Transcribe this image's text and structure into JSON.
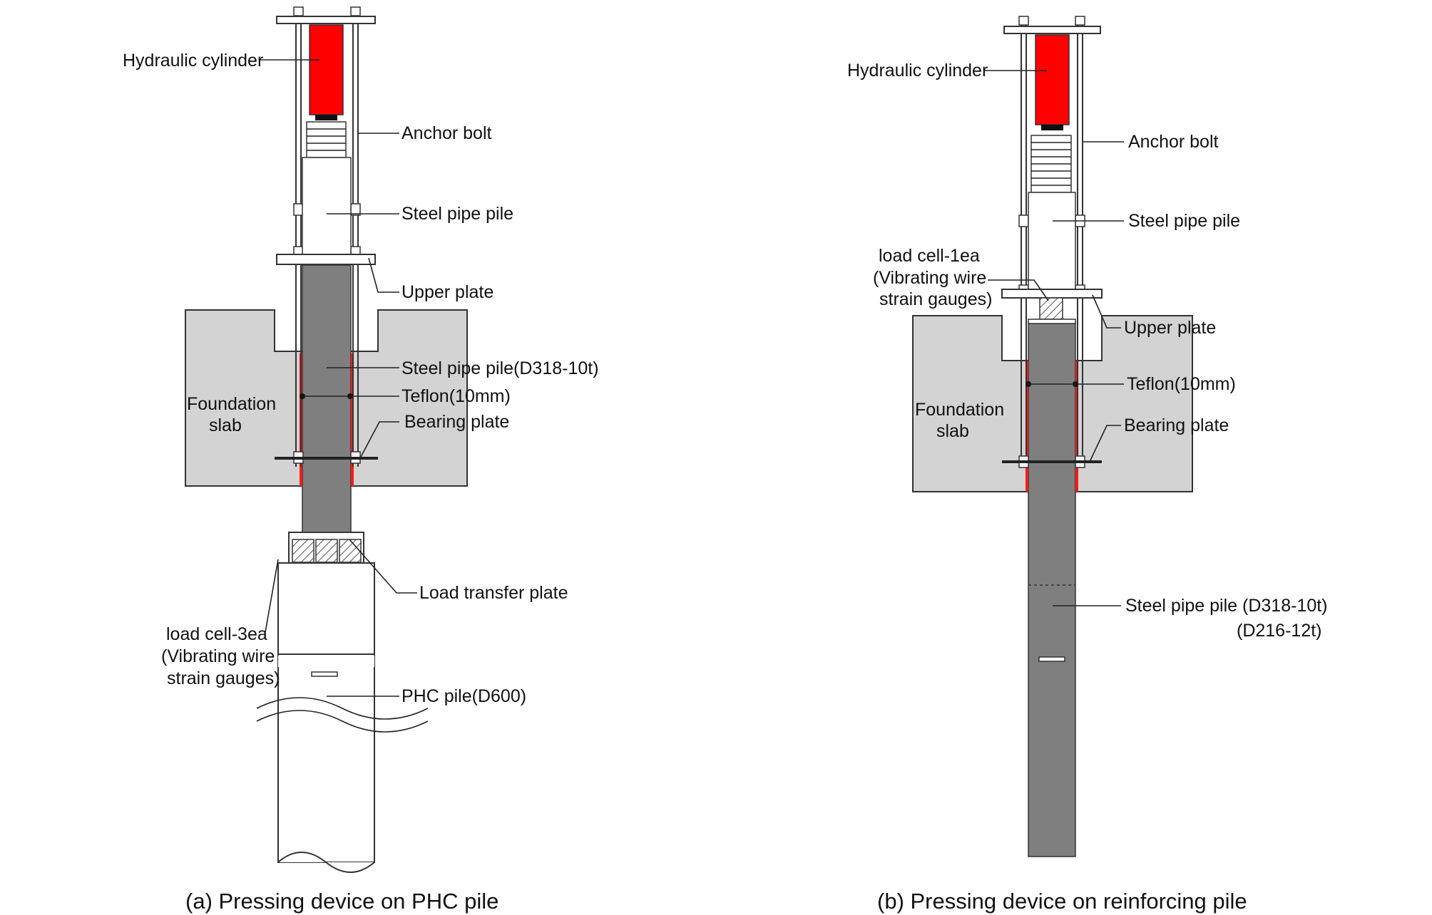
{
  "panel_a": {
    "caption": "(a) Pressing device on PHC pile",
    "labels": {
      "hydraulic_cylinder": "Hydraulic cylinder",
      "anchor_bolt": "Anchor bolt",
      "steel_pipe_pile": "Steel pipe pile",
      "upper_plate": "Upper plate",
      "steel_pipe_pile_spec": "Steel pipe pile(D318-10t)",
      "teflon": "Teflon(10mm)",
      "bearing_plate": "Bearing plate",
      "foundation": "Foundation",
      "slab": "slab",
      "load_transfer_plate": "Load transfer plate",
      "load_cell_1": "load cell-3ea",
      "load_cell_2": "(Vibrating wire",
      "load_cell_3": "strain gauges)",
      "phc_pile": "PHC pile(D600)"
    }
  },
  "panel_b": {
    "caption": "(b) Pressing device on reinforcing pile",
    "labels": {
      "hydraulic_cylinder": "Hydraulic cylinder",
      "anchor_bolt": "Anchor bolt",
      "steel_pipe_pile": "Steel pipe pile",
      "load_cell_1": "load cell-1ea",
      "load_cell_2": "(Vibrating wire",
      "load_cell_3": "strain gauges)",
      "upper_plate": "Upper plate",
      "teflon": "Teflon(10mm)",
      "bearing_plate": "Bearing plate",
      "foundation": "Foundation",
      "slab": "slab",
      "steel_pipe_pile_spec_1": "Steel pipe pile (D318-10t)",
      "steel_pipe_pile_spec_2": "(D216-12t)"
    }
  },
  "colors": {
    "cylinder": "#ff0000",
    "pile": "#7f7f7f",
    "slab": "#d3d3d3",
    "teflon": "#ff1a1a"
  }
}
